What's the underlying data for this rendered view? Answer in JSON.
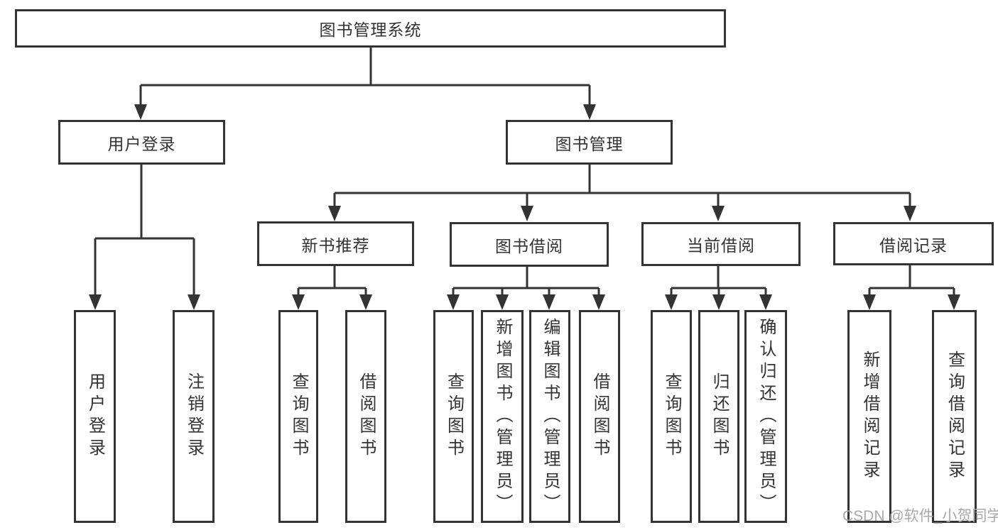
{
  "diagram": {
    "type": "hierarchy-tree",
    "colors": {
      "line": "#333333",
      "box_border": "#333333",
      "text": "#333333",
      "watermark": "#a9a9a9",
      "background": "#ffffff"
    },
    "watermark": "CSDN @软件_小贺同学",
    "tree": {
      "label": "图书管理系统",
      "children": [
        {
          "label": "用户登录",
          "children": [
            {
              "label": "用户登录"
            },
            {
              "label": "注销登录"
            }
          ]
        },
        {
          "label": "图书管理",
          "children": [
            {
              "label": "新书推荐",
              "children": [
                {
                  "label": "查询图书"
                },
                {
                  "label": "借阅图书"
                }
              ]
            },
            {
              "label": "图书借阅",
              "children": [
                {
                  "label": "查询图书"
                },
                {
                  "label": "新增图书（管理员）"
                },
                {
                  "label": "编辑图书（管理员）"
                },
                {
                  "label": "借阅图书"
                }
              ]
            },
            {
              "label": "当前借阅",
              "children": [
                {
                  "label": "查询图书"
                },
                {
                  "label": "归还图书"
                },
                {
                  "label": "确认归还（管理员）"
                }
              ]
            },
            {
              "label": "借阅记录",
              "children": [
                {
                  "label": "新增借阅记录"
                },
                {
                  "label": "查询借阅记录"
                }
              ]
            }
          ]
        }
      ]
    }
  }
}
